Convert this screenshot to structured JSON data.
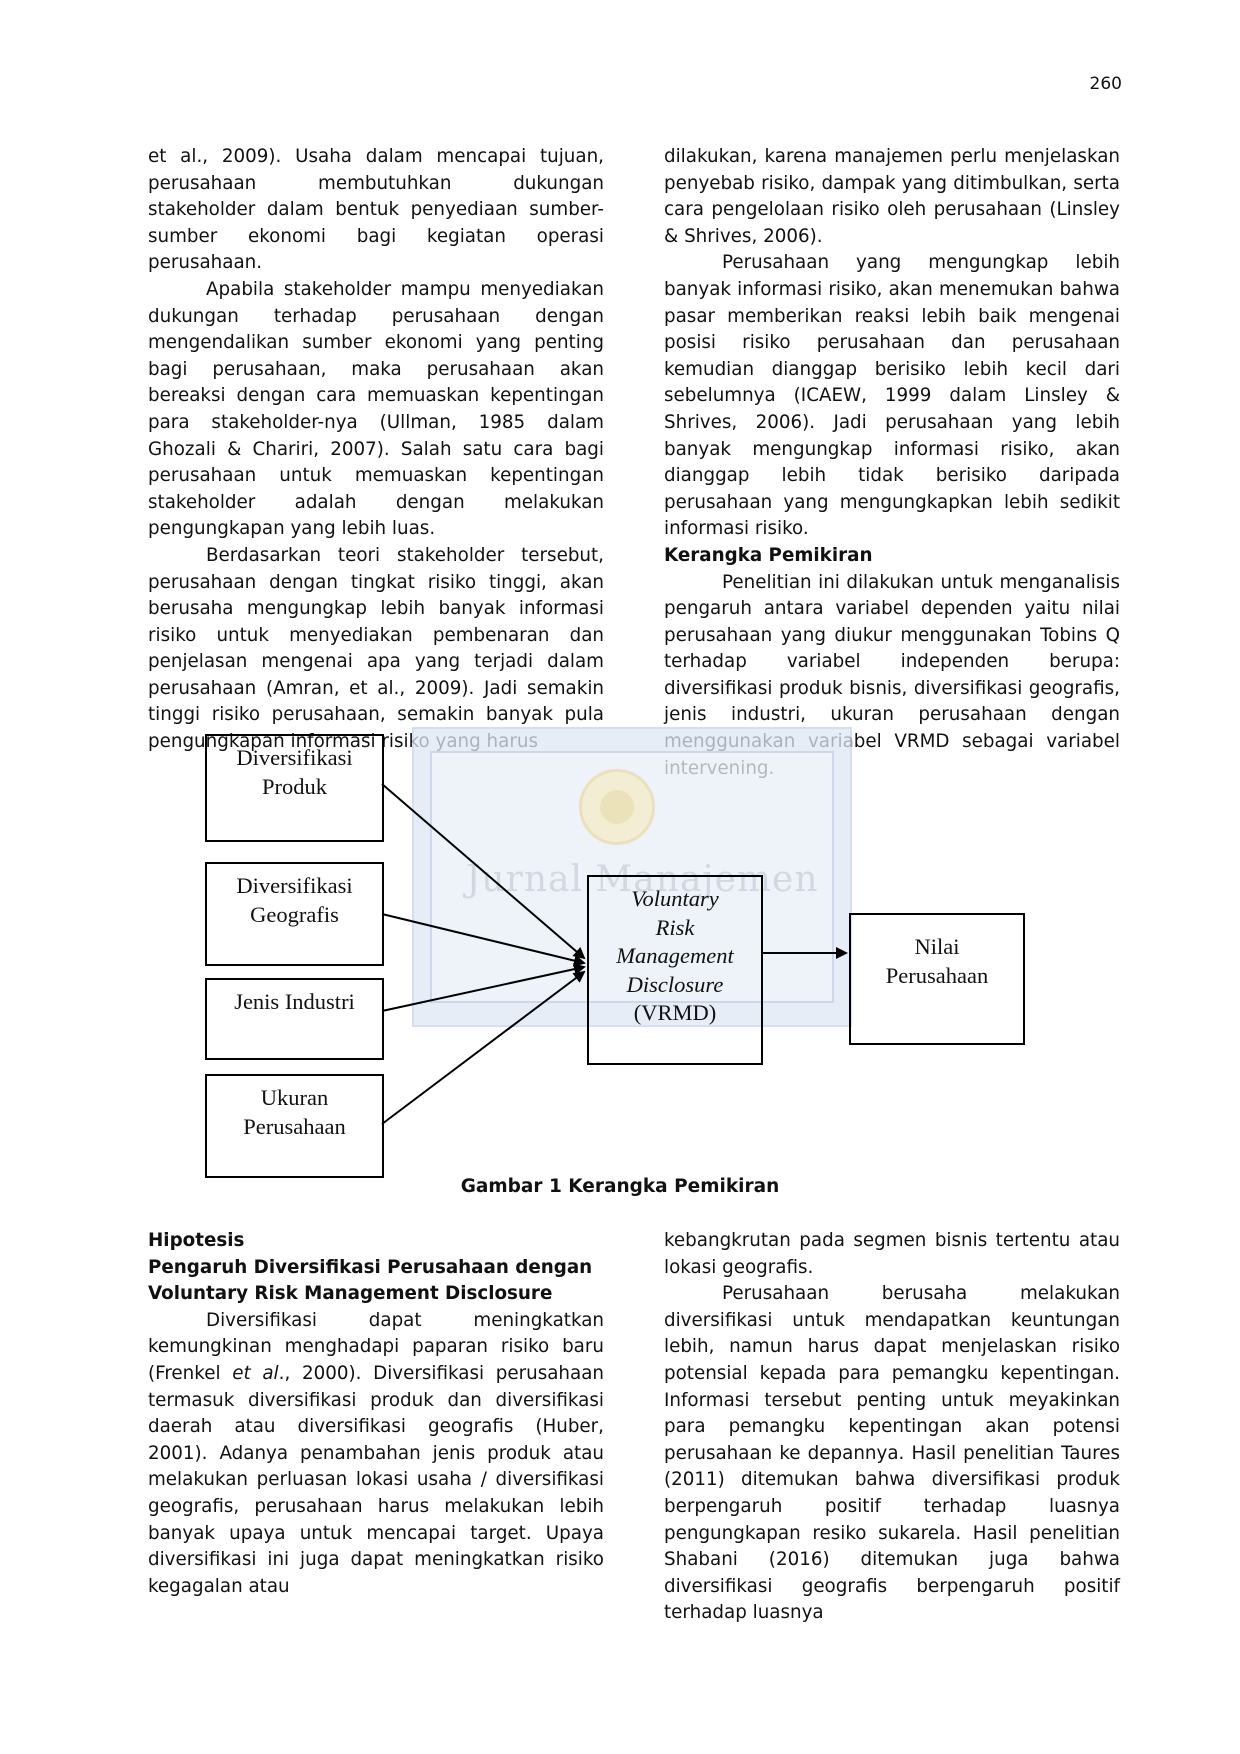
{
  "page_number": "260",
  "top_left": {
    "p1": "et al., 2009). Usaha dalam mencapai tujuan, perusahaan membutuhkan dukungan stakeholder dalam bentuk penyediaan sumber-sumber ekonomi bagi kegiatan operasi perusahaan.",
    "p2": "Apabila stakeholder mampu menyediakan dukungan terhadap perusahaan dengan mengendalikan sumber ekonomi yang penting bagi perusahaan, maka perusahaan akan bereaksi dengan cara memuaskan kepentingan para stakeholder-nya (Ullman, 1985 dalam Ghozali & Chariri, 2007). Salah satu cara bagi perusahaan untuk memuaskan kepentingan stakeholder adalah dengan melakukan pengungkapan yang lebih luas.",
    "p3": "Berdasarkan teori stakeholder tersebut, perusahaan dengan tingkat risiko tinggi, akan berusaha mengungkap lebih banyak informasi risiko untuk menyediakan pembenaran dan penjelasan mengenai apa yang terjadi dalam perusahaan (Amran, et al., 2009). Jadi semakin tinggi risiko perusahaan, semakin banyak pula pengungkapan informasi risiko yang harus"
  },
  "top_right": {
    "p1": "dilakukan, karena manajemen perlu menjelaskan penyebab risiko, dampak yang ditimbulkan, serta cara pengelolaan risiko oleh perusahaan (Linsley & Shrives, 2006).",
    "p2": "Perusahaan yang mengungkap lebih banyak informasi risiko, akan menemukan bahwa pasar memberikan reaksi lebih baik mengenai posisi risiko perusahaan dan perusahaan kemudian dianggap berisiko lebih kecil dari sebelumnya (ICAEW, 1999 dalam Linsley & Shrives, 2006). Jadi perusahaan yang lebih banyak mengungkap informasi risiko, akan dianggap lebih tidak berisiko daripada perusahaan yang mengungkapkan lebih sedikit informasi risiko.",
    "heading": "Kerangka Pemikiran",
    "p3": "Penelitian ini dilakukan untuk menganalisis pengaruh antara variabel dependen yaitu nilai perusahaan yang diukur menggunakan Tobins Q terhadap variabel independen berupa: diversifikasi produk bisnis, diversifikasi geografis, jenis industri, ukuran perusahaan dengan menggunakan variabel VRMD sebagai variabel intervening."
  },
  "diagram": {
    "box_produk": [
      "Diversifikasi",
      "Produk"
    ],
    "box_geografis": [
      "Diversifikasi",
      "Geografis"
    ],
    "box_industri": [
      "Jenis Industri"
    ],
    "box_ukuran": [
      "Ukuran",
      "Perusahaan"
    ],
    "box_vrmd": [
      "Voluntary",
      "Risk",
      "Management",
      "Disclosure",
      "(VRMD)"
    ],
    "box_nilai": [
      "Nilai",
      "Perusahaan"
    ],
    "watermark_text": "Jurnal Manajemen"
  },
  "caption": "Gambar 1 Kerangka Pemikiran",
  "bottom_left": {
    "heading1": "Hipotesis",
    "heading2": "Pengaruh Diversifikasi Perusahaan dengan Voluntary Risk Management Disclosure",
    "p1_a": "Diversifikasi dapat meningkatkan kemungkinan menghadapi paparan risiko baru (Frenkel ",
    "p1_etal": "et al",
    "p1_b": "., 2000). Diversifikasi perusahaan termasuk diversifikasi produk dan diversifikasi daerah atau diversifikasi geografis (Huber, 2001). Adanya penambahan jenis produk atau melakukan perluasan lokasi usaha / diversifikasi geografis, perusahaan harus melakukan lebih banyak upaya untuk mencapai target. Upaya diversifikasi ini juga dapat meningkatkan risiko kegagalan atau"
  },
  "bottom_right": {
    "p1": "kebangkrutan pada segmen bisnis tertentu atau lokasi geografis.",
    "p2": "Perusahaan berusaha melakukan diversifikasi untuk mendapatkan keuntungan lebih, namun harus dapat menjelaskan risiko potensial kepada para pemangku kepentingan. Informasi tersebut penting untuk meyakinkan para pemangku kepentingan akan potensi perusahaan ke depannya. Hasil penelitian Taures (2011) ditemukan bahwa diversifikasi produk berpengaruh positif terhadap luasnya pengungkapan resiko sukarela. Hasil penelitian Shabani (2016) ditemukan juga bahwa diversifikasi geografis berpengaruh positif terhadap luasnya"
  }
}
